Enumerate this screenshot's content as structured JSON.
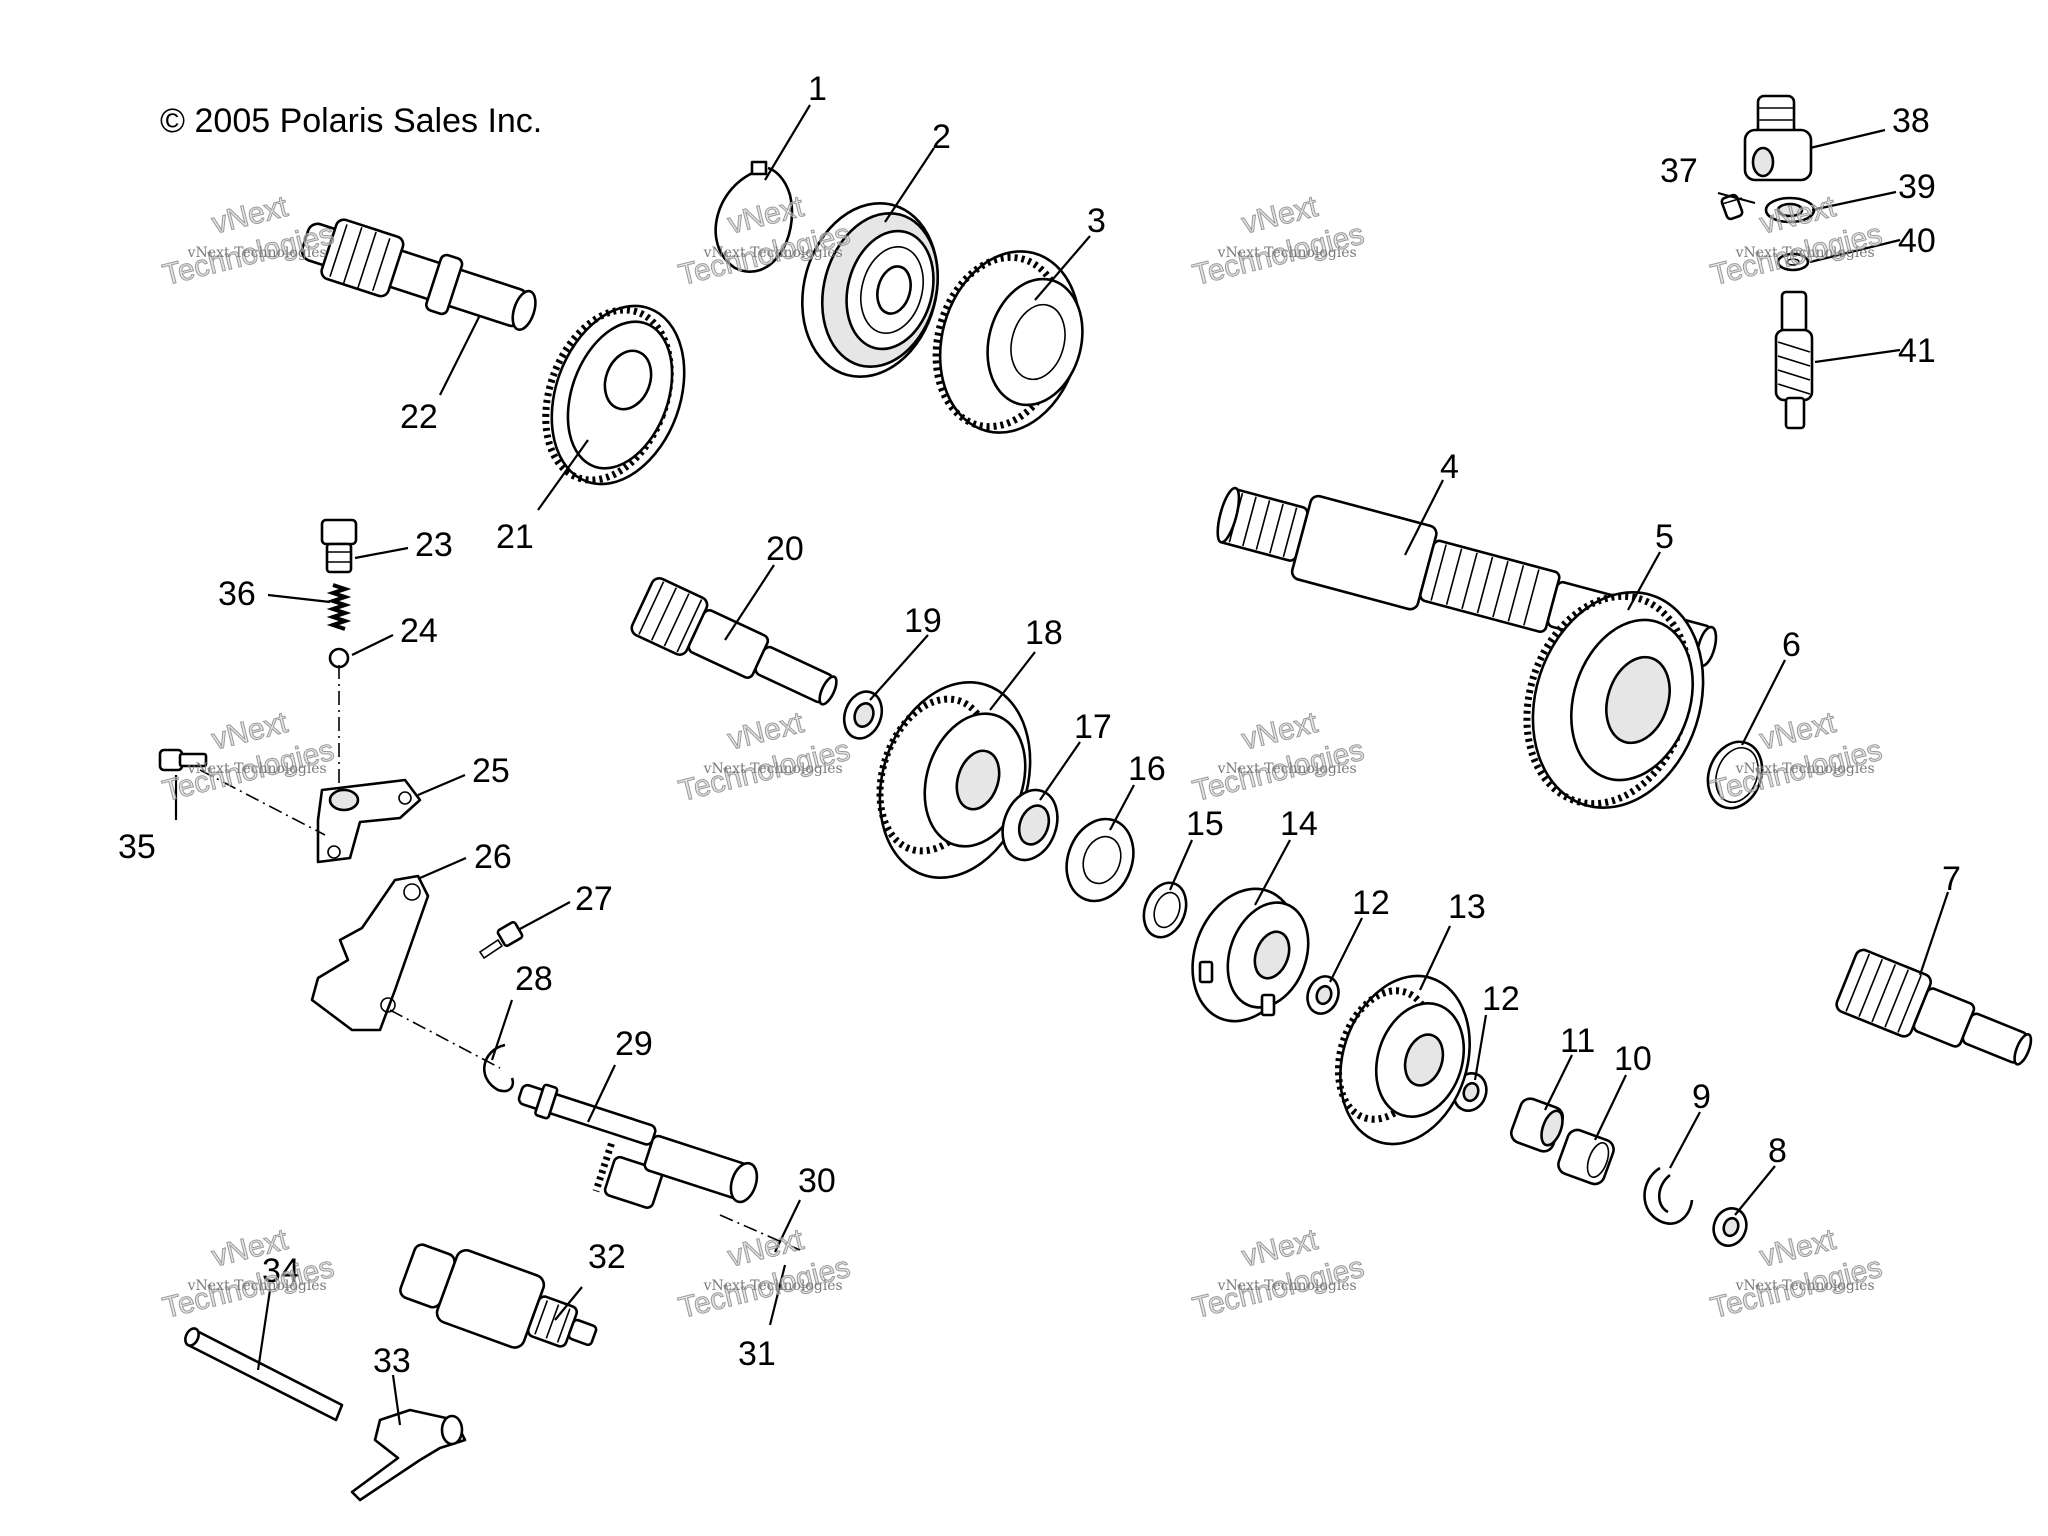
{
  "copyright": "© 2005 Polaris Sales Inc.",
  "watermark": {
    "small": "vNext Technologies",
    "big_top": "vNext",
    "big_bottom": "Technologies"
  },
  "callouts": [
    "1",
    "2",
    "3",
    "4",
    "5",
    "6",
    "7",
    "8",
    "9",
    "10",
    "11",
    "12",
    "12",
    "13",
    "14",
    "15",
    "16",
    "17",
    "18",
    "19",
    "20",
    "21",
    "22",
    "23",
    "24",
    "25",
    "26",
    "27",
    "28",
    "29",
    "30",
    "31",
    "32",
    "33",
    "34",
    "35",
    "36",
    "37",
    "38",
    "39",
    "40",
    "41"
  ]
}
